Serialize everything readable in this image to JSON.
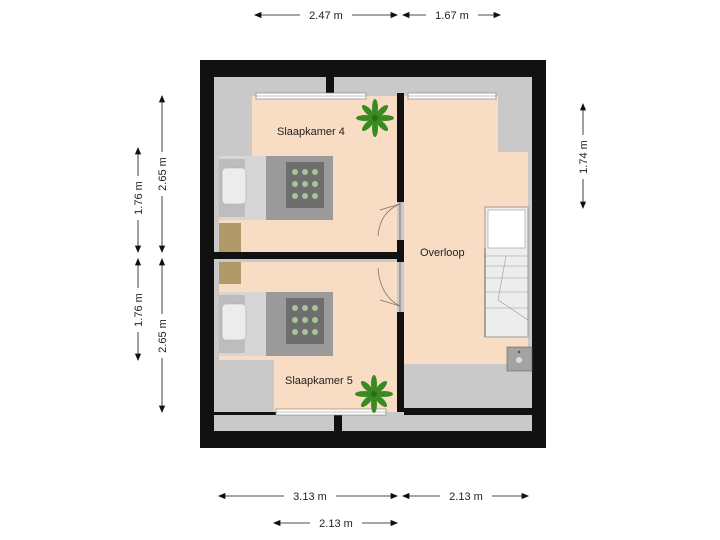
{
  "rooms": {
    "bedroom_4": "Slaapkamer 4",
    "bedroom_5": "Slaapkamer 5",
    "landing": "Overloop"
  },
  "dimensions": {
    "top_left": "2.47 m",
    "top_right": "1.67 m",
    "bottom_outer_left": "3.13 m",
    "bottom_outer_right": "2.13 m",
    "bottom_inner": "2.13 m",
    "left_outer_top": "2.65 m",
    "left_outer_bottom": "2.65 m",
    "left_inner_top": "1.76 m",
    "left_inner_bottom": "1.76 m",
    "right_landing": "1.74 m"
  },
  "colors": {
    "wall": "#111111",
    "floor": "#f8dcc4",
    "sloped_ceiling": "#c9c9c9",
    "stair": "#e8e8e8",
    "bedding": "#9b9b9b",
    "rug": "#b09a6a",
    "plant": "#3a8a22"
  }
}
